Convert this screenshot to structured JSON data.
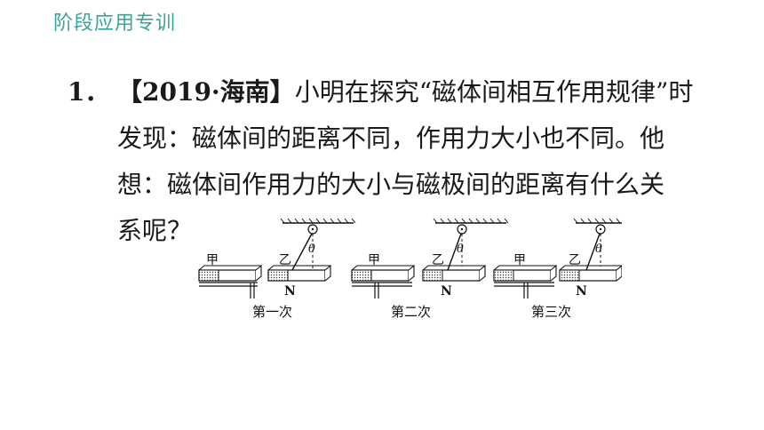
{
  "header": {
    "title": "阶段应用专训"
  },
  "question": {
    "number": "1．",
    "source": "【2019·海南】",
    "line1_rest": "小明在探究“磁体间相互作用规律”时",
    "line2": "发现：磁体间的距离不同，作用力大小也不同。他",
    "line3": "想：磁体间作用力的大小与磁极间的距离有什么关",
    "line4": "系呢？"
  },
  "figure": {
    "panels": [
      {
        "label_a": "甲",
        "label_b": "乙",
        "pole": "N",
        "angle": "θ",
        "caption": "第一次"
      },
      {
        "label_a": "甲",
        "label_b": "乙",
        "pole": "N",
        "angle": "θ",
        "caption": "第二次"
      },
      {
        "label_a": "甲",
        "label_b": "乙",
        "pole": "N",
        "angle": "θ",
        "caption": "第三次"
      }
    ]
  }
}
